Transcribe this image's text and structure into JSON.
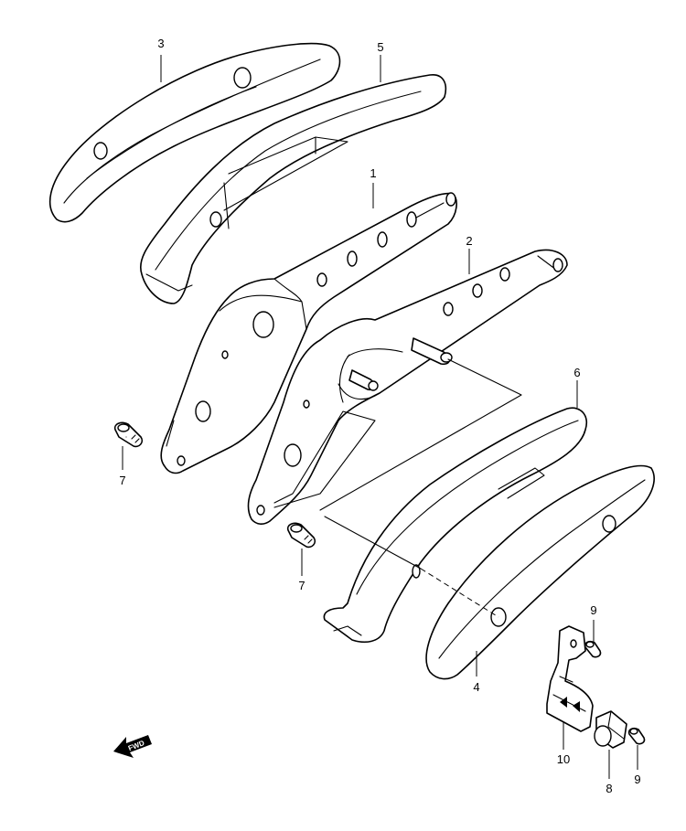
{
  "callouts": {
    "c1": "1",
    "c2": "2",
    "c3": "3",
    "c4": "4",
    "c5": "5",
    "c6": "6",
    "c7a": "7",
    "c7b": "7",
    "c8": "8",
    "c9a": "9",
    "c9b": "9",
    "c10": "10"
  },
  "direction_arrow": {
    "label": "FWD",
    "icon": "arrow-left-icon"
  },
  "colors": {
    "line": "#000000",
    "background": "#ffffff"
  }
}
